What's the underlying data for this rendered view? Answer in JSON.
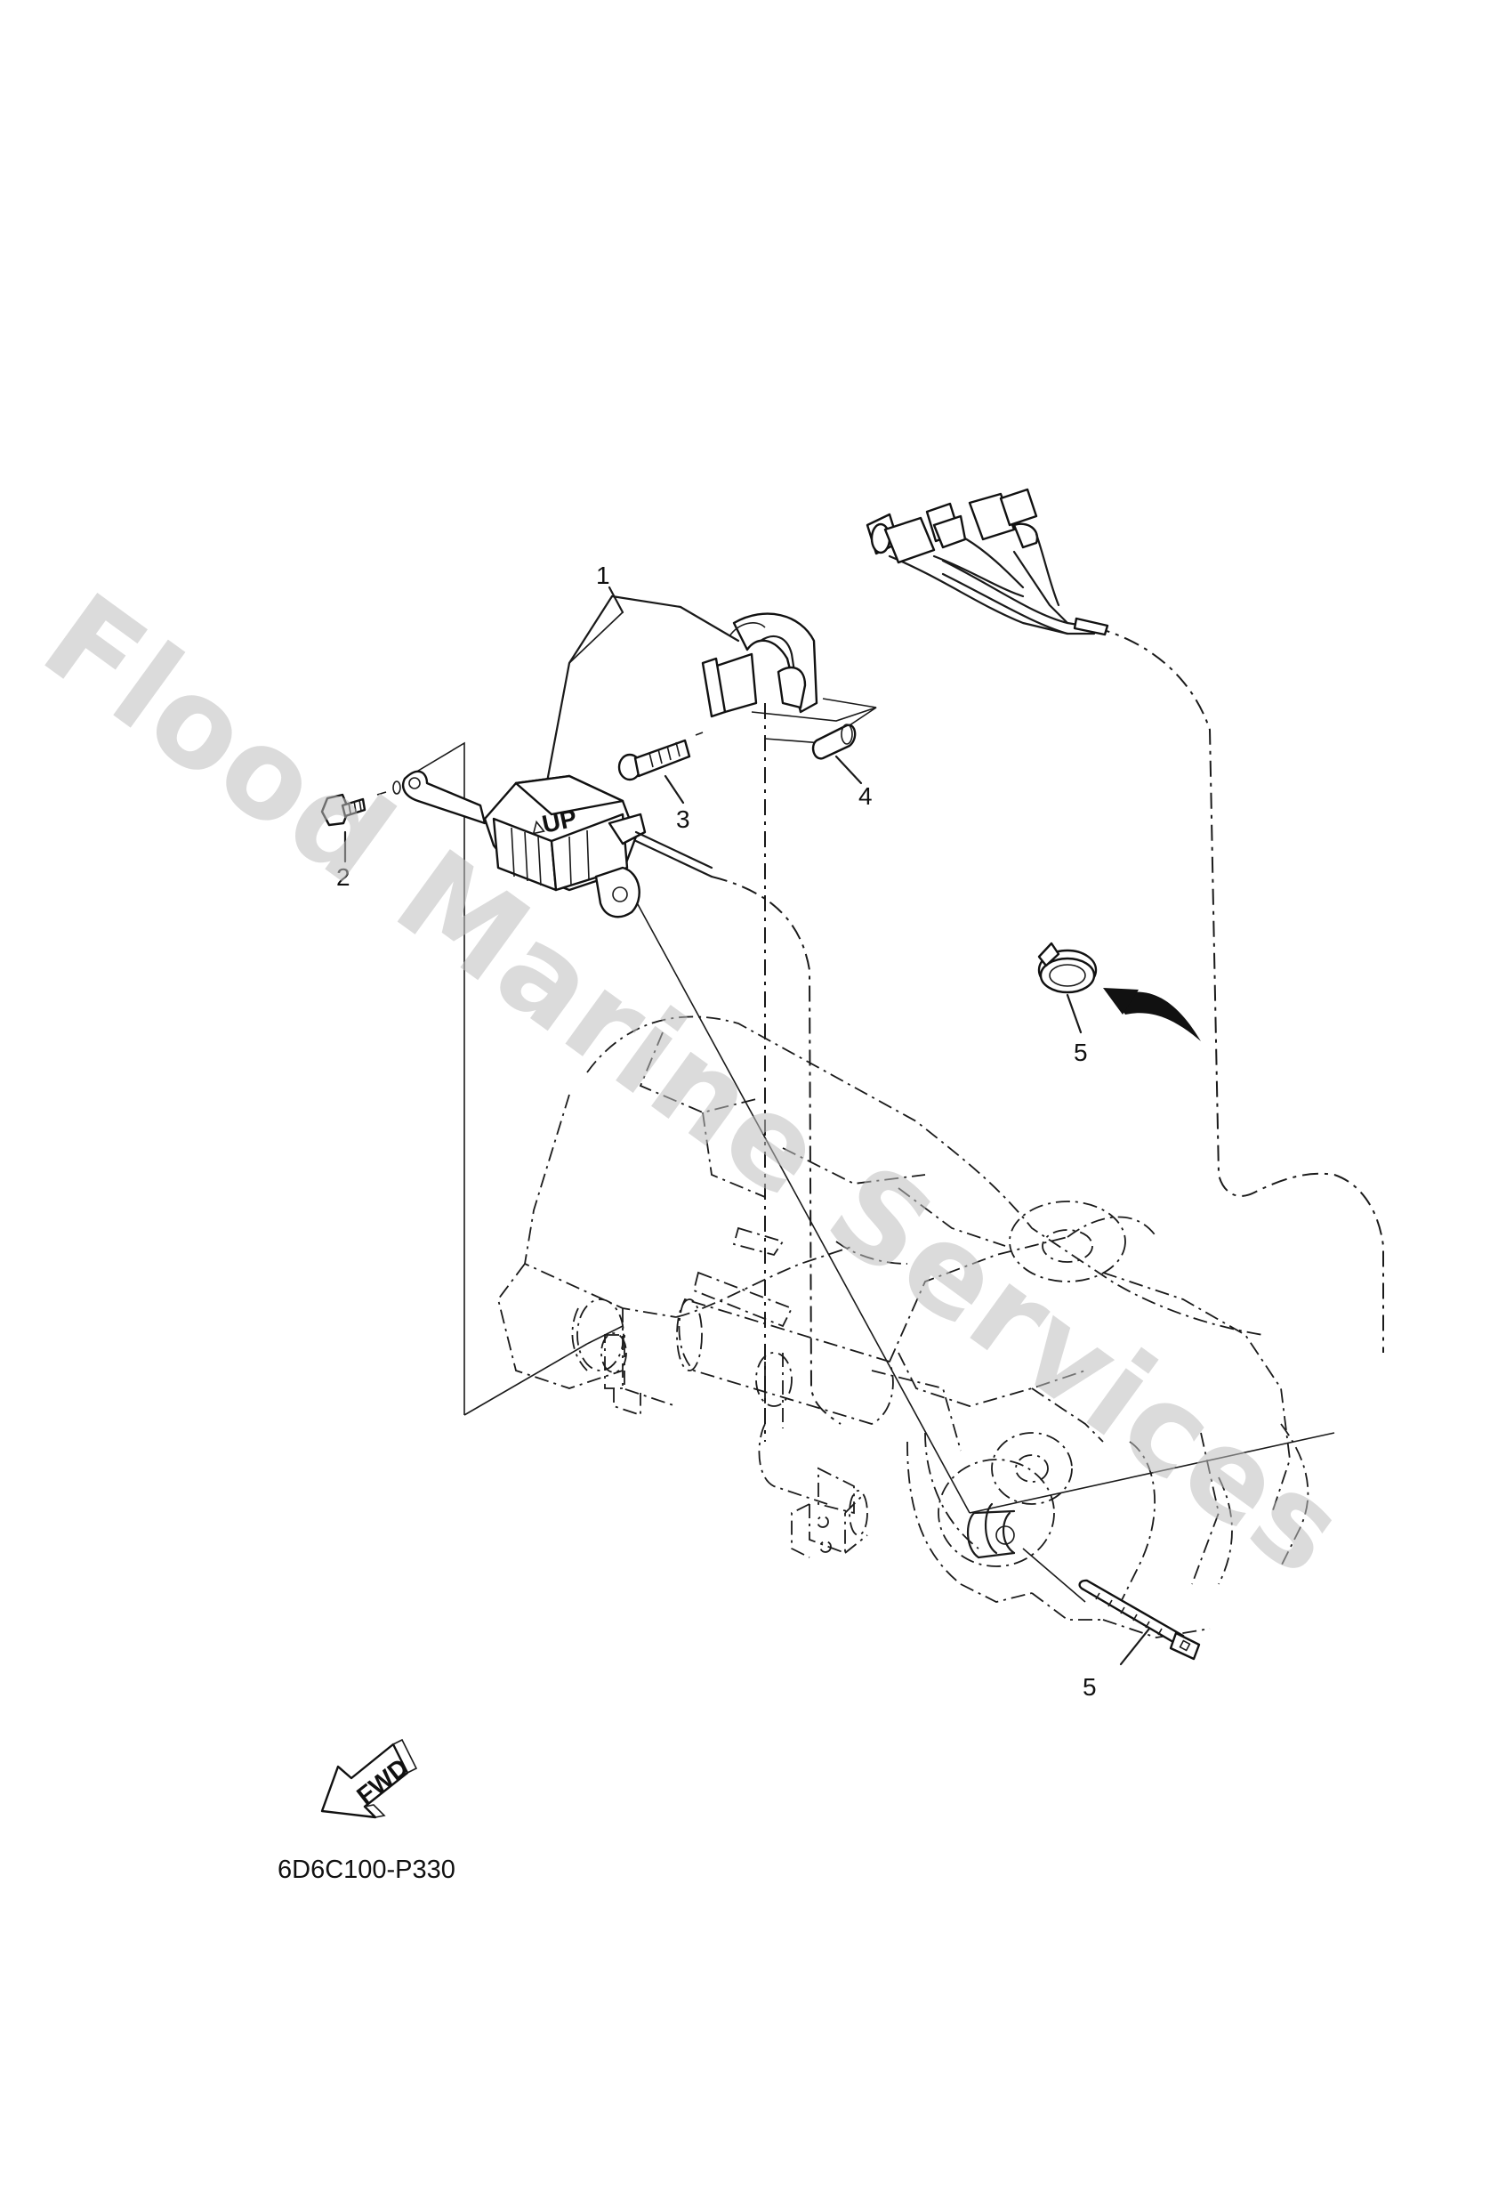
{
  "diagram": {
    "callouts": [
      {
        "id": "callout-1",
        "text": "1"
      },
      {
        "id": "callout-2",
        "text": "2"
      },
      {
        "id": "callout-3",
        "text": "3"
      },
      {
        "id": "callout-4",
        "text": "4"
      },
      {
        "id": "callout-5a",
        "text": "5"
      },
      {
        "id": "callout-5b",
        "text": "5"
      }
    ],
    "fwd_label": "FWD",
    "switch_label": "UP",
    "diagram_code": "6D6C100-P330"
  },
  "watermark": {
    "text": "Flood Marine Services",
    "color": "#bdbdbd"
  }
}
